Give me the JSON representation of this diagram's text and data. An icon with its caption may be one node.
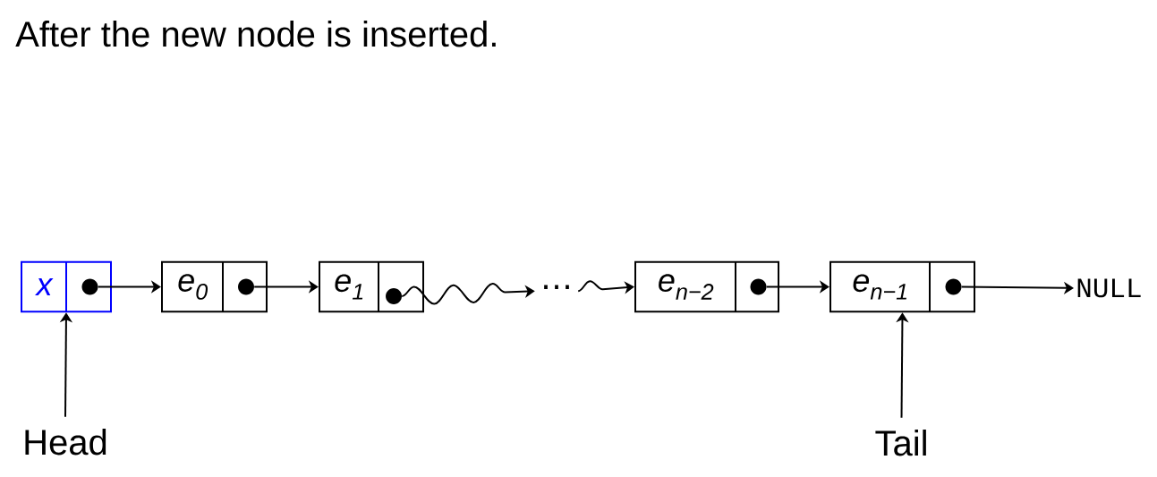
{
  "diagram": {
    "title": "After the new node is inserted.",
    "nodes": [
      {
        "text": [
          "x"
        ]
      },
      {
        "text": [],
        "shape": "circle",
        "in": 0
      },
      {
        "text": [
          "e$_{0}$"
        ]
      },
      {
        "text": [],
        "shape": "circle",
        "in": 2
      },
      {
        "text": [
          "e$_{1}$"
        ]
      },
      {
        "text": [],
        "shape": "circle",
        "in": 4
      },
      {
        "text": [
          "⋯"
        ]
      },
      {
        "text": [
          "e$_{n−2}$"
        ]
      },
      {
        "text": [],
        "shape": "circle",
        "in": 7
      },
      {
        "text": [
          "e$_{n−1}$"
        ]
      },
      {
        "text": [],
        "shape": "circle",
        "in": 9
      },
      {
        "text": [
          "NULL"
        ]
      },
      {
        "text": [
          "Head"
        ]
      },
      {
        "text": [
          "Tail"
        ]
      }
    ],
    "edges": [
      {
        "from": 1,
        "to": 2,
        "arrow": "to"
      },
      {
        "from": 3,
        "to": 4,
        "arrow": "to"
      },
      {
        "from": 5,
        "to": 6,
        "arrow": "to"
      },
      {
        "from": 6,
        "to": 7,
        "arrow": "to"
      },
      {
        "from": 8,
        "to": 9,
        "arrow": "to"
      },
      {
        "from": 10,
        "to": 11,
        "arrow": "to"
      },
      {
        "from": 12,
        "to": 0,
        "arrow": "to"
      },
      {
        "from": 13,
        "to": 9,
        "arrow": "to"
      }
    ]
  }
}
